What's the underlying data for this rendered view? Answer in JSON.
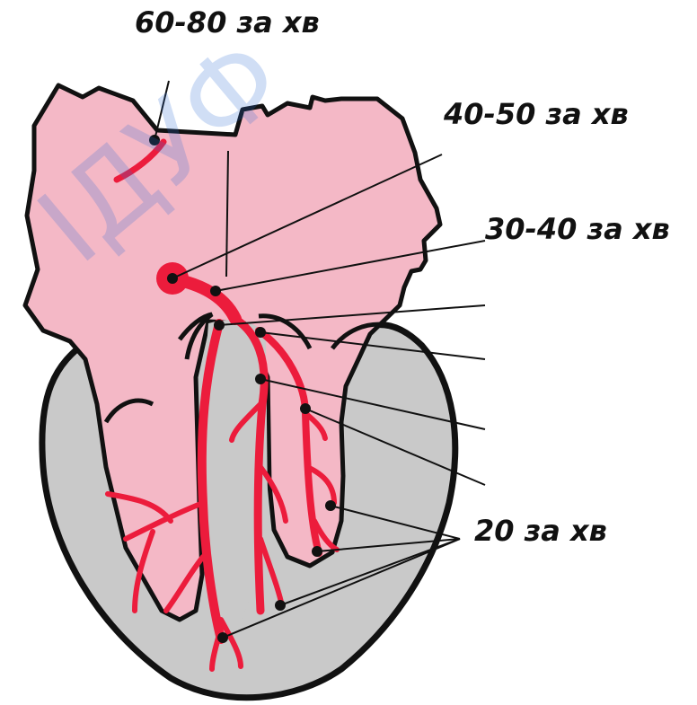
{
  "labels": {
    "sa_node_rate": "60-80 за хв",
    "av_node_rate": "40-50 за хв",
    "his_bundle_rate": "30-40 за хв",
    "purkinje_rate": "20 за хв"
  },
  "watermark": "ІДУФ",
  "colors": {
    "myocardium_pink": "#f4b8c6",
    "ventricle_gray": "#c9c9c9",
    "conduction_red": "#ec1c3c",
    "outline": "#111111",
    "watermark_blue": "#2f6fd6"
  }
}
